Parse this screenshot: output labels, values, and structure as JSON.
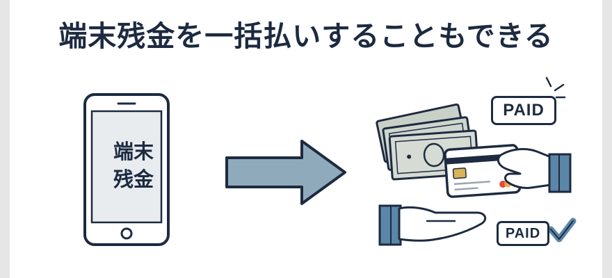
{
  "title": "端末残金を一括払いすることもできる",
  "phone_label_line1": "端末",
  "phone_label_line2": "残金",
  "badge_top": "PAID",
  "badge_bottom": "PAID",
  "icons": [
    "smartphone-icon",
    "arrow-right-icon",
    "cash-icon",
    "credit-card-icon",
    "hand-icon",
    "checkmark-icon"
  ],
  "colors": {
    "navy": "#1d2a40",
    "arrow_fill": "#8faabb",
    "phone_screen": "#e8ecef",
    "cash": "#c9d0c8",
    "sleeve": "#5b86a8"
  }
}
